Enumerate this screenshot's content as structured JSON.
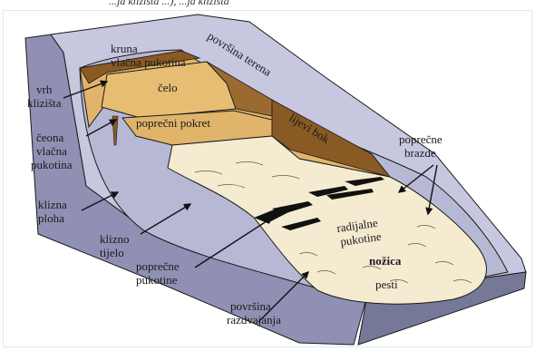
{
  "caption_top": "...ja klizišta ...), ...ja klizišta",
  "labels": {
    "krunа": "kruna",
    "vlacna_pukotina": "vlačna pukotina",
    "povrsina_terena": "površina terena",
    "vrh_klizista_1": "vrh",
    "vrh_klizista_2": "klizišta",
    "celo": "čelo",
    "poprecni_pokret": "poprečni pokret",
    "lijevi_bok": "lijevi bok",
    "cеona_1": "čeona",
    "cеona_2": "vlačna",
    "cеona_3": "pukotina",
    "poprecne_brazde_1": "poprečne",
    "poprecne_brazde_2": "brazde",
    "klizna_ploha_1": "klizna",
    "klizna_ploha_2": "ploha",
    "klizno_tijelo_1": "klizno",
    "klizno_tijelo_2": "tijelo",
    "radijalne_1": "radijalne",
    "radijalne_2": "pukotine",
    "nozica": "nožica",
    "pesti": "pesti",
    "poprecne_pukotine_1": "poprečne",
    "poprecne_pukotine_2": "pukotine",
    "povrsina_razdvajanja_1": "površina",
    "povrsina_razdvajanja_2": "razdvajanja"
  },
  "colors": {
    "block_side": "#9a9bbb",
    "block_top": "#c9cae0",
    "block_front": "#7a7ca0",
    "scarp": "#e0b46a",
    "scarp_dark": "#8a5a24",
    "body": "#f3ead0",
    "outline": "#1a1a1a"
  }
}
